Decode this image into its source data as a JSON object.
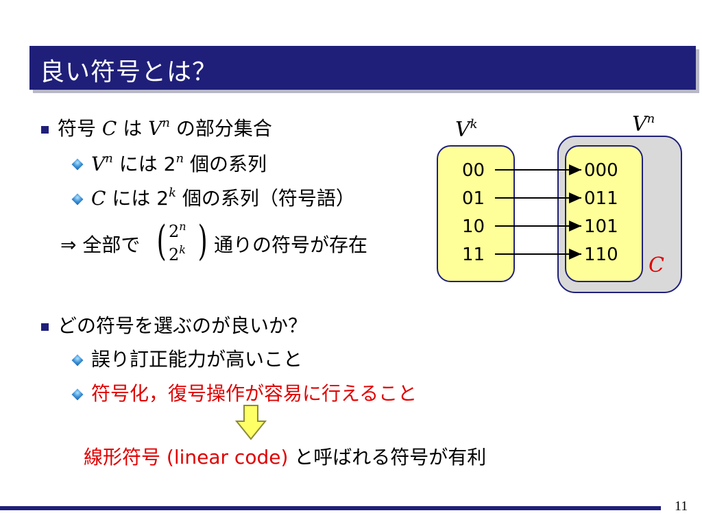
{
  "title": "良い符号とは？",
  "bullet1": {
    "pre": "符号 ",
    "C": "C",
    "mid": " は ",
    "V": "V",
    "n": "n",
    "post": " の部分集合"
  },
  "sub1": {
    "V": "V",
    "n": "n",
    "mid": " には ",
    "two": "2",
    "exp": "n",
    "post": " 個の系列"
  },
  "sub2": {
    "C": "C",
    "mid": " には ",
    "two": "2",
    "exp": "k",
    "post": " 個の系列（符号語）"
  },
  "implication": {
    "arrow": "⇒",
    "pre": " 全部で",
    "binom_top": "2",
    "binom_top_exp": "n",
    "binom_bot": "2",
    "binom_bot_exp": "k",
    "post": "通りの符号が存在"
  },
  "bullet2": "どの符号を選ぶのが良いか？",
  "sub3": "誤り訂正能力が高いこと",
  "sub4": "符号化，復号操作が容易に行えること",
  "conclusion": {
    "red": "線形符号 (linear code)",
    "black": " と呼ばれる符号が有利"
  },
  "diagram": {
    "vk_label": "V",
    "vk_exp": "k",
    "vn_label": "V",
    "vn_exp": "n",
    "c_label": "C",
    "left_items": [
      "00",
      "01",
      "10",
      "11"
    ],
    "right_items": [
      "000",
      "011",
      "101",
      "110"
    ]
  },
  "page_number": "11",
  "colors": {
    "navy": "#1f1f7a",
    "red": "#e00000",
    "yellow": "#ffff99",
    "gray": "#d9d9d9"
  }
}
